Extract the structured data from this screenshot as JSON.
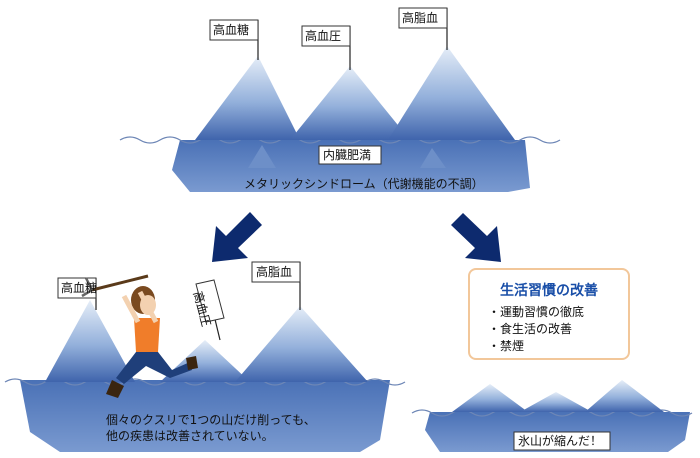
{
  "top_scene": {
    "flags": [
      "高血糖",
      "高血圧",
      "高脂血"
    ],
    "center_label": "内臓肥満",
    "base_label": "メタリックシンドローム（代謝機能の不調）"
  },
  "left_scene": {
    "flags": [
      "高血糖",
      "高血圧",
      "高脂血"
    ],
    "caption_line1": "個々のクスリで1つの山だけ削っても、",
    "caption_line2": "他の疾患は改善されていない。"
  },
  "lifestyle_box": {
    "title": "生活習慣の改善",
    "items": [
      "運動習慣の徹底",
      "食生活の改善",
      "禁煙"
    ]
  },
  "right_scene": {
    "label": "氷山が縮んだ！"
  },
  "colors": {
    "ice_light": "#b9cde8",
    "ice_dark": "#4c6fb0",
    "arrow": "#0d2a6e",
    "box_border": "#f2c79a",
    "title_blue": "#1a4fa8"
  }
}
